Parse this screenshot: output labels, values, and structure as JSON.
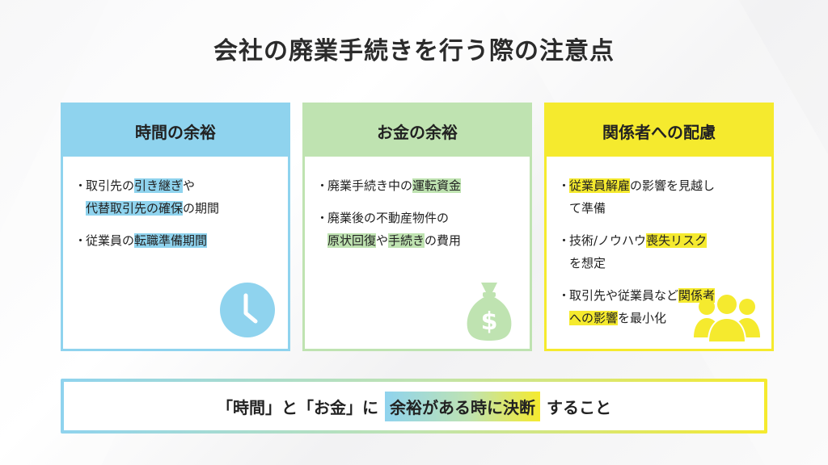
{
  "title": "会社の廃業手続きを行う際の注意点",
  "colors": {
    "blue": "#8fd3ee",
    "green": "#bfe3b1",
    "yellow": "#f5ea2e"
  },
  "cards": [
    {
      "heading": "時間の余裕",
      "icon": "clock-icon",
      "items": [
        {
          "segments": [
            {
              "text": "取引先の",
              "hl": false
            },
            {
              "text": "引き継ぎ",
              "hl": true
            },
            {
              "text": "や",
              "hl": false
            },
            {
              "text": "代替取引先の確保",
              "hl": true,
              "break_before": true
            },
            {
              "text": "の期間",
              "hl": false
            }
          ]
        },
        {
          "segments": [
            {
              "text": "従業員の",
              "hl": false
            },
            {
              "text": "転職準備期間",
              "hl": true
            }
          ]
        }
      ]
    },
    {
      "heading": "お金の余裕",
      "icon": "money-bag-icon",
      "items": [
        {
          "segments": [
            {
              "text": "廃業手続き中の",
              "hl": false
            },
            {
              "text": "運転資金",
              "hl": true
            }
          ]
        },
        {
          "segments": [
            {
              "text": "廃業後の不動産物件の",
              "hl": false
            },
            {
              "text": "原状回復",
              "hl": true,
              "break_before": true
            },
            {
              "text": "や",
              "hl": false
            },
            {
              "text": "手続き",
              "hl": true
            },
            {
              "text": "の費用",
              "hl": false
            }
          ]
        }
      ]
    },
    {
      "heading": "関係者への配慮",
      "icon": "people-group-icon",
      "items": [
        {
          "segments": [
            {
              "text": "従業員解雇",
              "hl": true
            },
            {
              "text": "の影響を見越し",
              "hl": false
            },
            {
              "text": "て準備",
              "hl": false,
              "break_before": true
            }
          ]
        },
        {
          "segments": [
            {
              "text": "技術/ノウハウ",
              "hl": false
            },
            {
              "text": "喪失リスク",
              "hl": true
            },
            {
              "text": "を想定",
              "hl": false,
              "break_before": true
            }
          ]
        },
        {
          "segments": [
            {
              "text": "取引先や従業員など",
              "hl": false
            },
            {
              "text": "関係者",
              "hl": true
            },
            {
              "text": "への影響",
              "hl": true,
              "break_before": true
            },
            {
              "text": "を最小化",
              "hl": false
            }
          ]
        }
      ]
    }
  ],
  "bullet": "・",
  "bottom": {
    "pre": "「時間」と「お金」に",
    "highlight": "余裕がある時に決断",
    "post": "すること"
  }
}
